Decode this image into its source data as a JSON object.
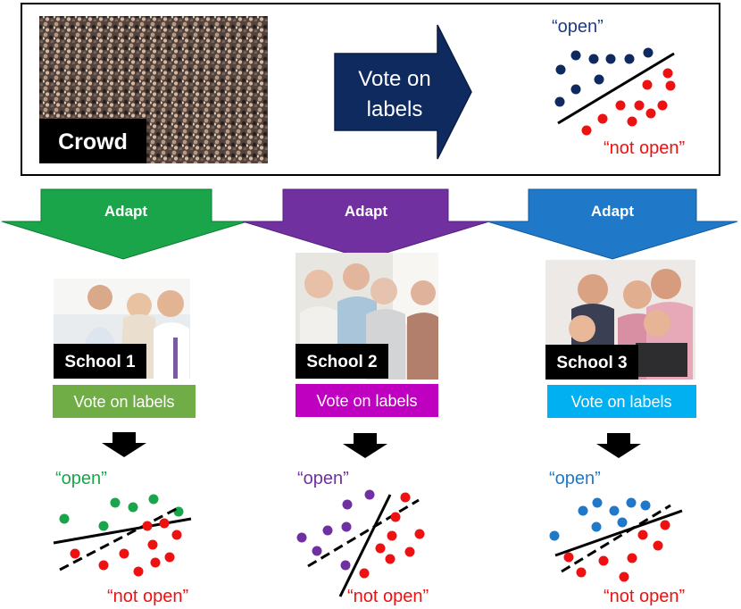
{
  "top": {
    "crowd_label": "Crowd",
    "vote_arrow_line1": "Vote on",
    "vote_arrow_line2": "labels",
    "label_open": "“open”",
    "label_not_open": "“not open”"
  },
  "schools": [
    {
      "adapt_label": "Adapt",
      "school_label": "School 1",
      "vote_label": "Vote on labels",
      "label_open": "“open”",
      "label_not_open": "“not open”",
      "accent": "#1aa54a",
      "vote_box_color": "#70ad47",
      "arrow_color": "#1aa54a"
    },
    {
      "adapt_label": "Adapt",
      "school_label": "School 2",
      "vote_label": "Vote on labels",
      "label_open": "“open”",
      "label_not_open": "“not open”",
      "accent": "#7030a0",
      "vote_box_color": "#c000c0",
      "arrow_color": "#7030a0"
    },
    {
      "adapt_label": "Adapt",
      "school_label": "School 3",
      "vote_label": "Vote on labels",
      "label_open": "“open”",
      "label_not_open": "“not open”",
      "accent": "#1f78c8",
      "vote_box_color": "#00b0f0",
      "arrow_color": "#1f78c8"
    }
  ],
  "colors": {
    "navy": "#0e2a5e",
    "red": "#ee1111",
    "black": "#000000"
  }
}
